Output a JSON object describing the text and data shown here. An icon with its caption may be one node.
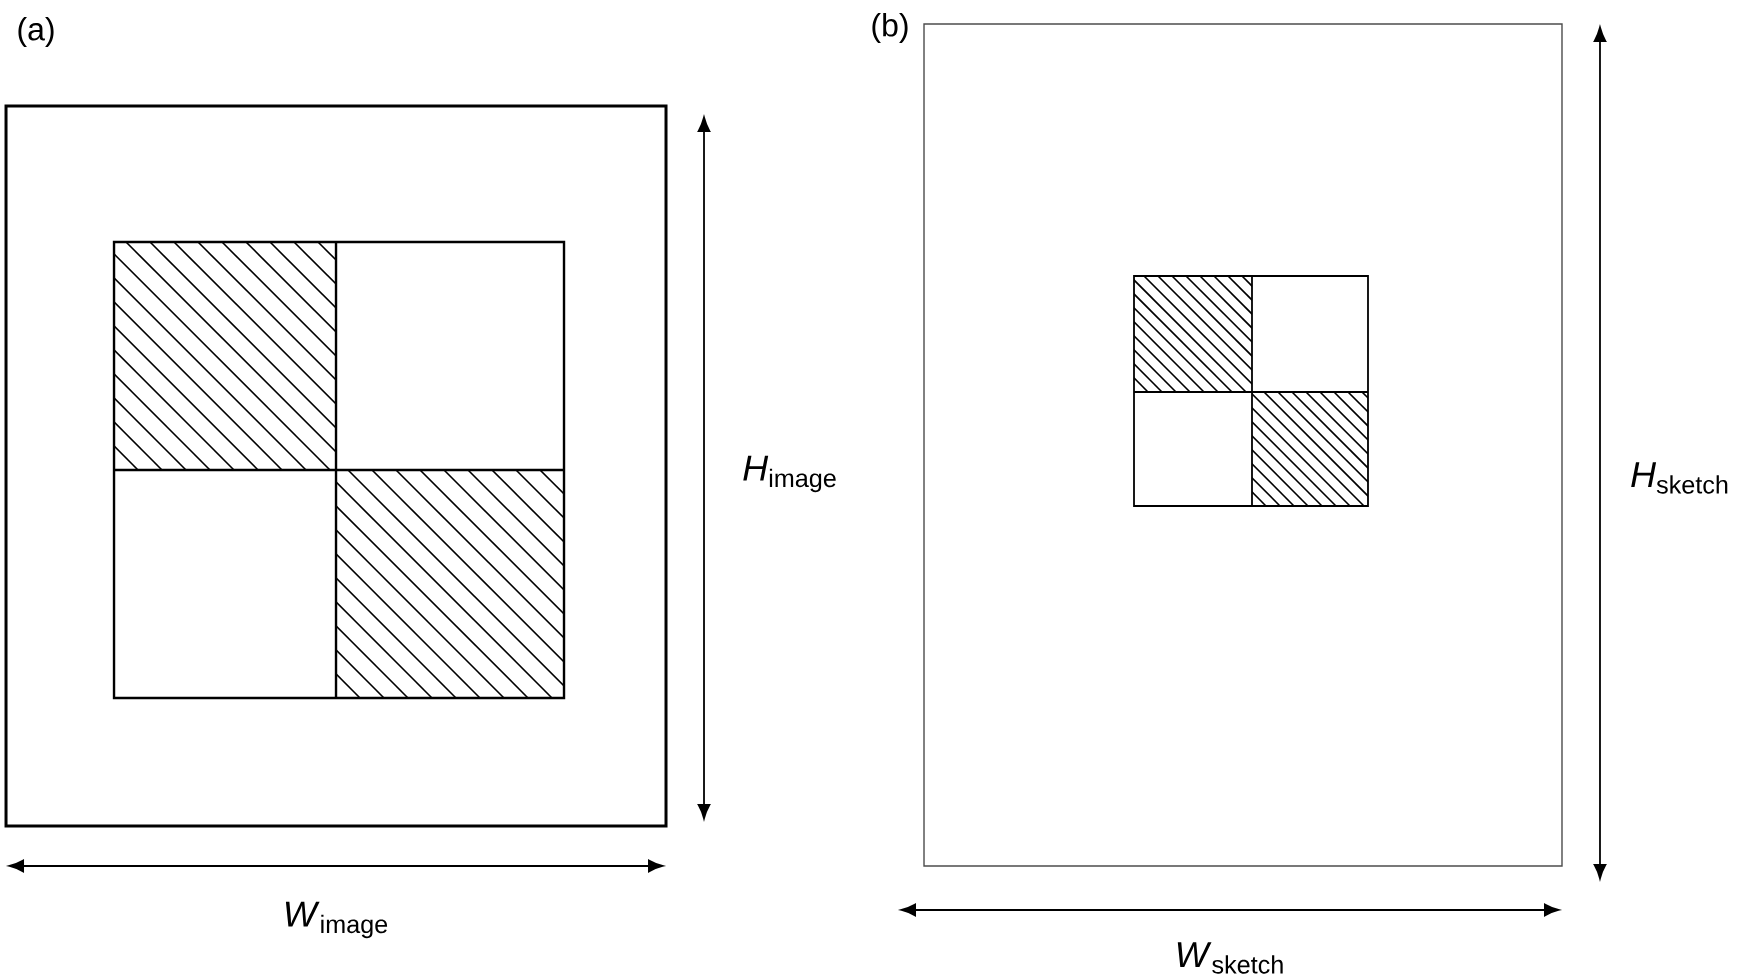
{
  "diagram": {
    "labels": [
      "(a)",
      "(b)",
      "*H*$_{image}$",
      "*H*$_{sketch}$",
      "*W*$_{image}$",
      "*W*$_{sketch}$"
    ]
  }
}
